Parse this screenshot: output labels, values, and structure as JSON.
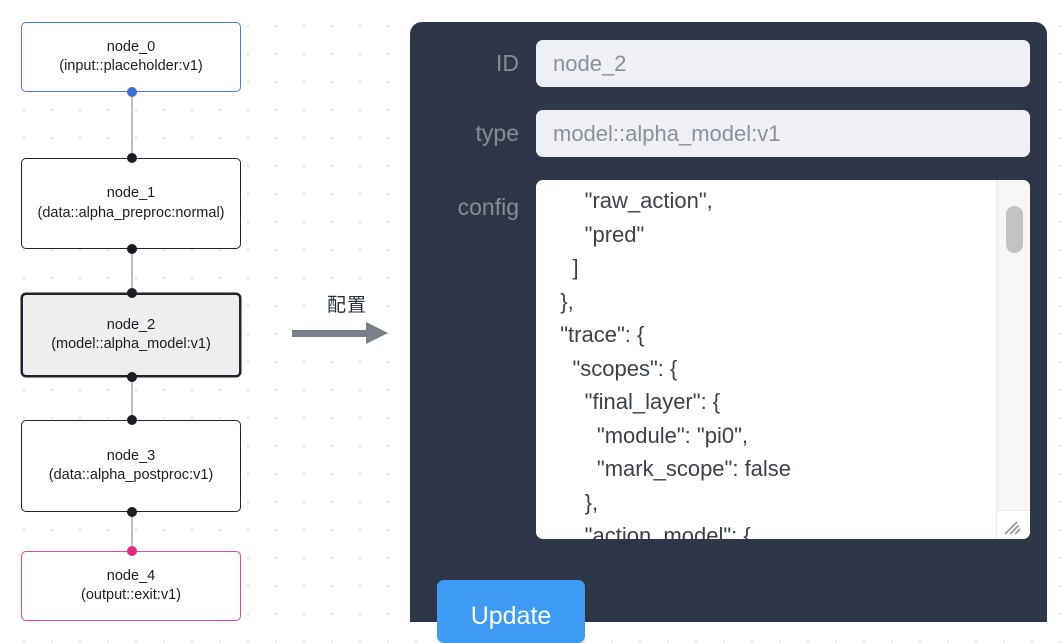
{
  "graph": {
    "nodes": [
      {
        "id": "node_0",
        "detail": "(input::placeholder:v1)",
        "kind": "input",
        "selected": false
      },
      {
        "id": "node_1",
        "detail": "(data::alpha_preproc:normal)",
        "kind": "default",
        "selected": false
      },
      {
        "id": "node_2",
        "detail": "(model::alpha_model:v1)",
        "kind": "default",
        "selected": true
      },
      {
        "id": "node_3",
        "detail": "(data::alpha_postproc:v1)",
        "kind": "default",
        "selected": false
      },
      {
        "id": "node_4",
        "detail": "(output::exit:v1)",
        "kind": "output",
        "selected": false
      }
    ],
    "colors": {
      "input_border": "#4a7fd4",
      "output_border": "#e44a9b",
      "default_border": "#20232c",
      "selected_fill": "#eeeeee",
      "edge": "#bfbfbf"
    }
  },
  "transition": {
    "label": "配置",
    "arrow_color": "#7a7f89"
  },
  "inspector": {
    "background": "#2e3747",
    "fields": [
      {
        "label": "ID",
        "value": "node_2"
      },
      {
        "label": "type",
        "value": "model::alpha_model:v1"
      }
    ],
    "config": {
      "label": "config",
      "text": "      \"raw_action\",\n      \"pred\"\n    ]\n  },\n  \"trace\": {\n    \"scopes\": {\n      \"final_layer\": {\n        \"module\": \"pi0\",\n        \"mark_scope\": false\n      },\n      \"action_model\": {"
    },
    "update_label": "Update",
    "update_color": "#3d9bf5"
  }
}
